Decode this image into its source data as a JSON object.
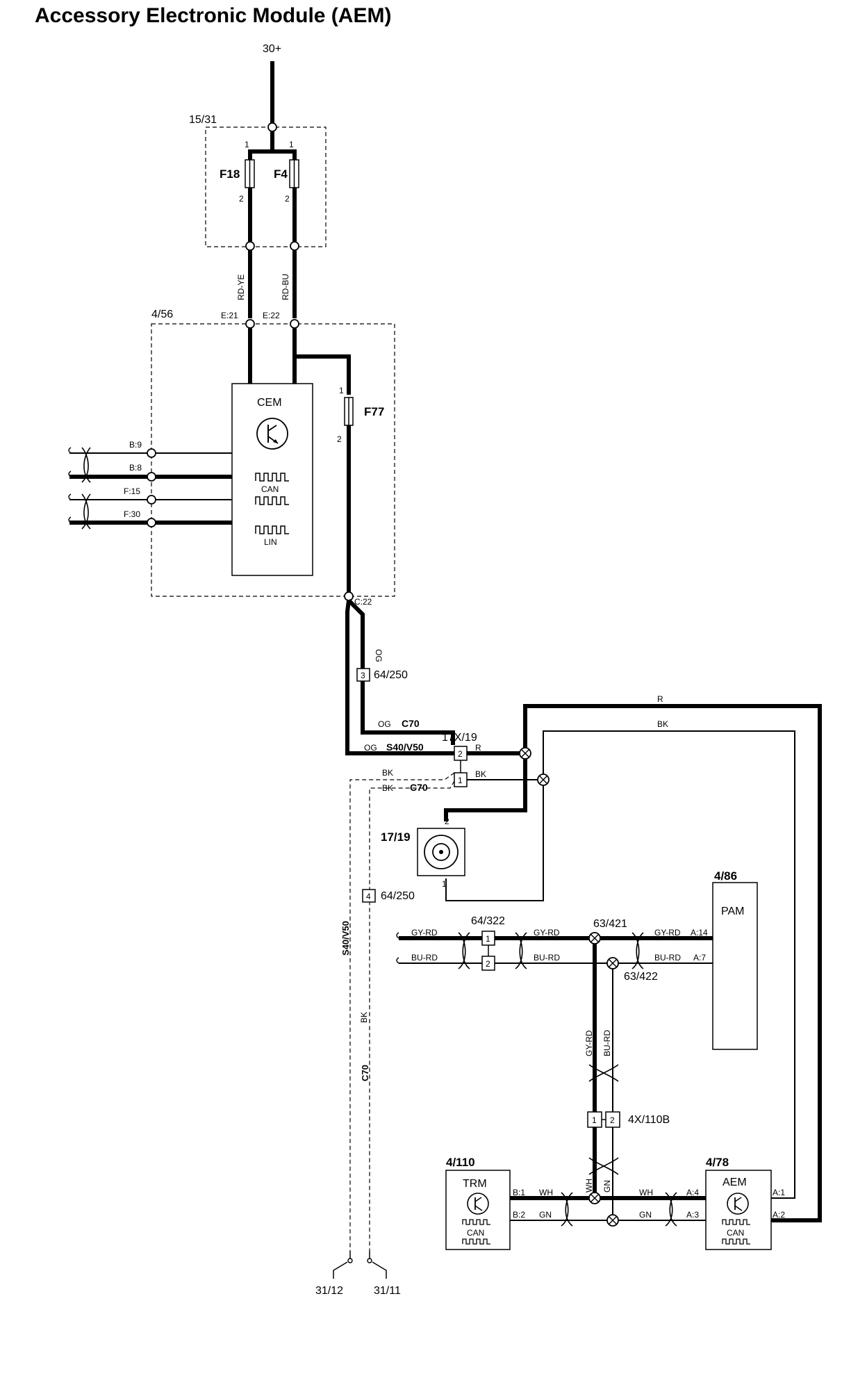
{
  "title": "Accessory Electronic Module (AEM)",
  "supply": "30+",
  "fuse_box": {
    "id": "15/31",
    "fuses": [
      {
        "name": "F18",
        "pin_top": "1",
        "pin_bottom": "2"
      },
      {
        "name": "F4",
        "pin_top": "1",
        "pin_bottom": "2"
      }
    ]
  },
  "wires": {
    "rd_ye": "RD-YE",
    "rd_bu": "RD-BU",
    "og": "OG",
    "og_c70": "OG",
    "c70": "C70",
    "og_s40": "OG",
    "s40v50": "S40/V50",
    "bk_a": "BK",
    "bk_c70": "BK",
    "r_right": "R",
    "bk_right": "BK",
    "r_top": "R",
    "bk_top": "BK",
    "gy_rd_left": "GY-RD",
    "bu_rd_left": "BU-RD",
    "gy_rd_mid": "GY-RD",
    "bu_rd_mid": "BU-RD",
    "gy_rd_pam": "GY-RD",
    "bu_rd_pam": "BU-RD",
    "gy_rd_vert": "GY-RD",
    "bu_rd_vert": "BU-RD",
    "wh_vert": "WH",
    "gn_vert": "GN",
    "wh_left": "WH",
    "gn_left": "GN",
    "wh_right": "WH",
    "gn_right": "GN",
    "s40v50_vert": "S40/V50",
    "bk_vert": "BK",
    "c70_vert": "C70"
  },
  "cem_box": {
    "id": "4/56",
    "name": "CEM",
    "pin_e21": "E:21",
    "pin_e22": "E:22",
    "pin_c22": "C:22",
    "pins_left": [
      "B:9",
      "B:8",
      "F:15",
      "F:30"
    ],
    "can": "CAN",
    "lin": "LIN",
    "fuse": {
      "name": "F77",
      "pin_top": "1",
      "pin_bottom": "2"
    }
  },
  "splice_a": {
    "pin": "3",
    "id": "64/250"
  },
  "splice_b": {
    "pin": "4",
    "id": "64/250"
  },
  "connector_17x19": {
    "id": "17X/19",
    "pins": [
      "2",
      "1"
    ]
  },
  "socket_17_19": {
    "id": "17/19",
    "pin_top": "2",
    "pin_bottom": "1"
  },
  "connector_64_322": {
    "id": "64/322",
    "pins": [
      "1",
      "2"
    ]
  },
  "splices": {
    "s63_421": "63/421",
    "s63_422": "63/422"
  },
  "pam": {
    "id": "4/86",
    "name": "PAM",
    "pins": [
      "A:14",
      "A:7"
    ]
  },
  "connector_4x110b": {
    "id": "4X/110B",
    "pins": [
      "1",
      "2"
    ]
  },
  "trm": {
    "id": "4/110",
    "name": "TRM",
    "pins": [
      "B:1",
      "B:2"
    ],
    "can": "CAN"
  },
  "aem": {
    "id": "4/78",
    "name": "AEM",
    "pins_left": [
      "A:4",
      "A:3"
    ],
    "pins_right": [
      "A:1",
      "A:2"
    ],
    "can": "CAN"
  },
  "grounds": [
    "31/12",
    "31/11"
  ]
}
